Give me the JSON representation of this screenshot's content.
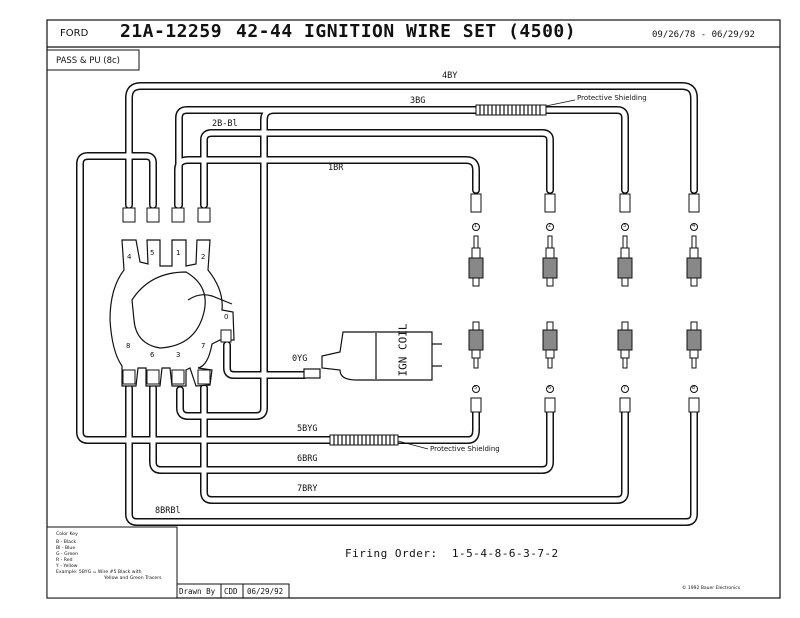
{
  "header": {
    "make": "FORD",
    "part_number": "21A-12259",
    "title": "42-44 IGNITION WIRE SET (4500)",
    "date_range": "09/26/78 - 06/29/92"
  },
  "application": "PASS & PU (8c)",
  "wires": {
    "w1": "1BR",
    "w2": "2B-Bl",
    "w3": "3BG",
    "w4": "4BY",
    "w5": "5BYG",
    "w6": "6BRG",
    "w7": "7BRY",
    "w8": "8BRBl",
    "coil": "0YG"
  },
  "shielding": {
    "top": "Protective Shielding",
    "bottom": "Protective Shielding"
  },
  "coil_label": "IGN COIL",
  "distributor_numbers": [
    "4",
    "5",
    "1",
    "2",
    "8",
    "6",
    "3",
    "7",
    "0"
  ],
  "plug_numbers_top": [
    "1",
    "2",
    "3",
    "4"
  ],
  "plug_numbers_bottom": [
    "5",
    "6",
    "7",
    "8"
  ],
  "firing_order": {
    "label": "Firing Order:",
    "value": "1-5-4-8-6-3-7-2"
  },
  "color_key": {
    "title": "Color Key",
    "lines": [
      "B - Black",
      "Bl - Blue",
      "G - Green",
      "R - Red",
      "Y - Yellow"
    ],
    "example": "Example:  5BYG = Wire #5 Black with",
    "example_cont": "Yellow and Green Tracers"
  },
  "drawn_by": {
    "label": "Drawn By",
    "initials": "CDD",
    "date": "06/29/92"
  },
  "copyright": "© 1992 Bauer Electronics"
}
